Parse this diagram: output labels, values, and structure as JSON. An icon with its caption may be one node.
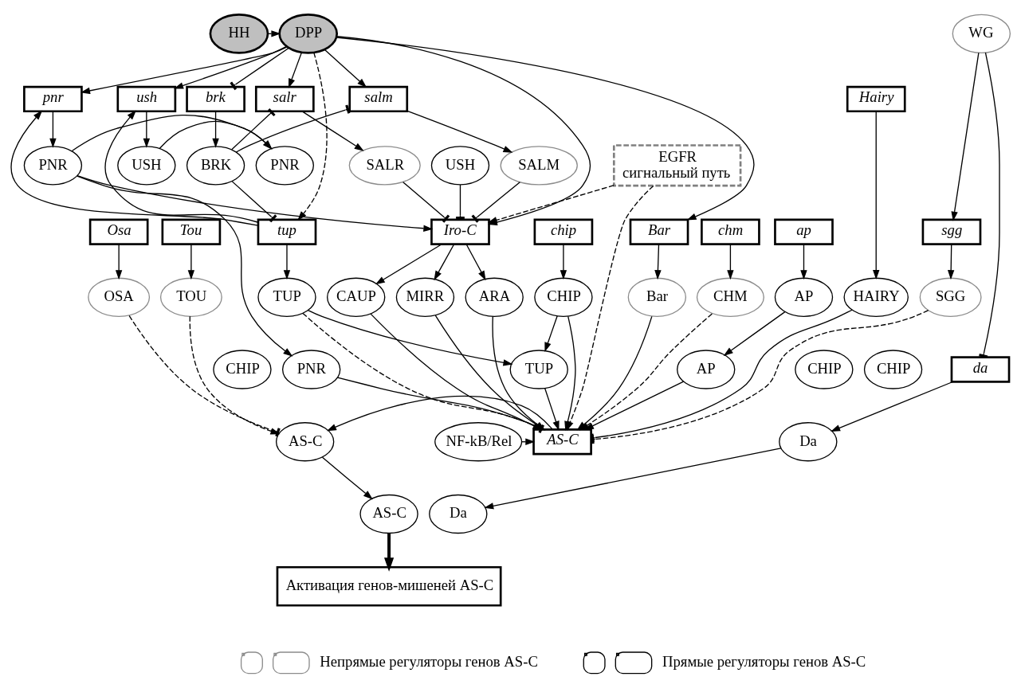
{
  "diagram": {
    "nodes": [
      {
        "text": [
          "DPP"
        ]
      },
      {
        "text": [
          "HH"
        ]
      },
      {
        "text": [
          "WG"
        ]
      },
      {
        "text": [
          "brk"
        ]
      },
      {
        "text": [
          "Hairy"
        ]
      },
      {
        "text": [
          "pnr"
        ]
      },
      {
        "text": [
          "ush"
        ]
      },
      {
        "text": [
          "salm"
        ]
      },
      {
        "text": [
          "salr"
        ]
      },
      {
        "text": [
          "BRK"
        ]
      },
      {
        "text": [
          "PNR"
        ]
      },
      {
        "text": [
          "USH"
        ]
      },
      {
        "text": [
          "PNR"
        ]
      },
      {
        "text": [
          "USH"
        ]
      },
      {
        "text": [
          "SALM"
        ]
      },
      {
        "text": [
          "SALR"
        ]
      },
      {
        "text": [
          "EGFR сигнальный путь"
        ]
      },
      {
        "text": [
          "tup"
        ]
      },
      {
        "text": [
          "ap"
        ]
      },
      {
        "text": [
          "chip"
        ]
      },
      {
        "text": [
          "Bar"
        ]
      },
      {
        "text": [
          "sgg"
        ]
      },
      {
        "text": [
          "Iro-C"
        ]
      },
      {
        "text": [
          "Tou"
        ]
      },
      {
        "text": [
          "Osa"
        ]
      },
      {
        "text": [
          "chm"
        ]
      },
      {
        "text": [
          "TUP"
        ]
      },
      {
        "text": [
          "AP"
        ]
      },
      {
        "text": [
          "CHIP"
        ]
      },
      {
        "text": [
          "Bar"
        ]
      },
      {
        "text": [
          "HAIRY"
        ]
      },
      {
        "text": [
          "SGG"
        ]
      },
      {
        "text": [
          "ARA"
        ]
      },
      {
        "text": [
          "CAUP"
        ]
      },
      {
        "text": [
          "MIRR"
        ]
      },
      {
        "text": [
          "TOU"
        ]
      },
      {
        "text": [
          "OSA"
        ]
      },
      {
        "text": [
          "CHM"
        ]
      },
      {
        "text": [
          "TUP"
        ]
      },
      {
        "text": [
          "CHIP"
        ]
      },
      {
        "text": [
          "AP"
        ]
      },
      {
        "text": [
          "CHIP"
        ]
      },
      {
        "text": [
          "CHIP"
        ]
      },
      {
        "text": [
          "PNR"
        ]
      },
      {
        "text": [
          "da"
        ]
      },
      {
        "text": [
          "AS-C"
        ]
      },
      {
        "text": [
          "AS-C"
        ]
      },
      {
        "text": [
          "Da"
        ]
      },
      {
        "text": [
          "AS-C"
        ]
      },
      {
        "text": [
          "Da"
        ]
      },
      {
        "text": [
          "NF-kB/Rel"
        ]
      },
      {
        "text": [
          "Активация генов-мишеней AS-C"
        ]
      }
    ],
    "edges": [
      {
        "from": 1,
        "to": 0,
        "arrow": "to",
        "style": "dashed"
      },
      {
        "from": 0,
        "to": 3,
        "arrow": "other"
      },
      {
        "from": 0,
        "to": 17,
        "arrow": "to",
        "style": "dashed"
      },
      {
        "from": 0,
        "to": 5,
        "arrow": "to"
      },
      {
        "from": 0,
        "to": 6,
        "arrow": "to"
      },
      {
        "from": 0,
        "to": 7,
        "arrow": "to"
      },
      {
        "from": 0,
        "to": 8,
        "arrow": "to"
      },
      {
        "from": 0,
        "to": 20,
        "arrow": "to"
      },
      {
        "from": 0,
        "to": 22,
        "arrow": "to"
      },
      {
        "from": 2,
        "to": 44,
        "arrow": "other"
      },
      {
        "from": 2,
        "to": 21,
        "arrow": "to"
      },
      {
        "from": 3,
        "to": 9,
        "arrow": "to"
      },
      {
        "from": 9,
        "to": 17,
        "arrow": "other"
      },
      {
        "from": 9,
        "to": 7,
        "arrow": "other"
      },
      {
        "from": 9,
        "to": 8,
        "arrow": "other"
      },
      {
        "from": 4,
        "to": 30,
        "arrow": "to"
      },
      {
        "from": 5,
        "to": 10,
        "arrow": "to"
      },
      {
        "from": 10,
        "to": 12,
        "arrow": "to"
      },
      {
        "from": 10,
        "to": 22,
        "arrow": "to"
      },
      {
        "from": 10,
        "to": 43,
        "arrow": "to"
      },
      {
        "from": 6,
        "to": 11,
        "arrow": "to"
      },
      {
        "from": 11,
        "to": 12,
        "arrow": "to"
      },
      {
        "from": 17,
        "to": 5,
        "arrow": "to"
      },
      {
        "from": 17,
        "to": 6,
        "arrow": "to"
      },
      {
        "from": 7,
        "to": 14,
        "arrow": "to"
      },
      {
        "from": 8,
        "to": 15,
        "arrow": "to"
      },
      {
        "from": 14,
        "to": 22,
        "arrow": "other"
      },
      {
        "from": 15,
        "to": 22,
        "arrow": "other"
      },
      {
        "from": 13,
        "to": 22,
        "arrow": "other"
      },
      {
        "from": 16,
        "to": 22,
        "arrow": "to",
        "style": "dashed"
      },
      {
        "from": 16,
        "to": 45,
        "arrow": "to",
        "style": "dashed"
      },
      {
        "from": 17,
        "to": 26,
        "arrow": "to"
      },
      {
        "from": 18,
        "to": 27,
        "arrow": "to"
      },
      {
        "from": 19,
        "to": 28,
        "arrow": "to"
      },
      {
        "from": 20,
        "to": 29,
        "arrow": "to"
      },
      {
        "from": 21,
        "to": 31,
        "arrow": "to"
      },
      {
        "from": 26,
        "to": 38,
        "arrow": "to"
      },
      {
        "from": 28,
        "to": 38,
        "arrow": "to"
      },
      {
        "from": 27,
        "to": 40,
        "arrow": "to"
      },
      {
        "from": 26,
        "to": 45,
        "arrow": "to",
        "style": "dashed"
      },
      {
        "from": 38,
        "to": 45,
        "arrow": "to"
      },
      {
        "from": 40,
        "to": 45,
        "arrow": "to"
      },
      {
        "from": 43,
        "to": 45,
        "arrow": "other"
      },
      {
        "from": 28,
        "to": 45,
        "arrow": "to"
      },
      {
        "from": 29,
        "to": 45,
        "arrow": "to"
      },
      {
        "from": 30,
        "to": 45,
        "arrow": "other"
      },
      {
        "from": 31,
        "to": 45,
        "arrow": "other",
        "style": "dashed"
      },
      {
        "from": 22,
        "to": 32,
        "arrow": "to"
      },
      {
        "from": 22,
        "to": 33,
        "arrow": "to"
      },
      {
        "from": 22,
        "to": 34,
        "arrow": "to"
      },
      {
        "from": 32,
        "to": 45,
        "arrow": "to"
      },
      {
        "from": 33,
        "to": 45,
        "arrow": "to"
      },
      {
        "from": 34,
        "to": 45,
        "arrow": "to"
      },
      {
        "from": 23,
        "to": 35,
        "arrow": "to"
      },
      {
        "from": 24,
        "to": 36,
        "arrow": "to"
      },
      {
        "from": 25,
        "to": 37,
        "arrow": "to"
      },
      {
        "from": 35,
        "to": 46,
        "arrow": "to",
        "style": "dashed"
      },
      {
        "from": 36,
        "to": 46,
        "arrow": "other",
        "style": "dashed"
      },
      {
        "from": 37,
        "to": 45,
        "arrow": "to",
        "style": "dashed"
      },
      {
        "from": 45,
        "to": 46,
        "arrow": "to"
      },
      {
        "from": 46,
        "to": 48,
        "arrow": "to"
      },
      {
        "from": 44,
        "to": 47,
        "arrow": "to"
      },
      {
        "from": 47,
        "to": 49,
        "arrow": "to"
      },
      {
        "from": 50,
        "to": 45,
        "arrow": "to"
      },
      {
        "from": 48,
        "to": 51,
        "arrow": "to",
        "style": "thick"
      }
    ],
    "legend": [
      {
        "text": "Непрямые регуляторы генов AS-C"
      },
      {
        "text": "Прямые регуляторы генов AS-C"
      }
    ]
  }
}
